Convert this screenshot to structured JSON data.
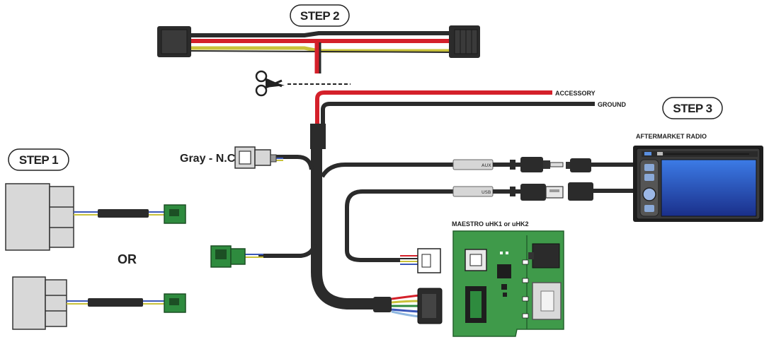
{
  "steps": {
    "step1": "STEP 1",
    "step2": "STEP 2",
    "step3": "STEP 3"
  },
  "labels": {
    "or": "OR",
    "gray_nc": "Gray - N.C",
    "accessory": "ACCESSORY",
    "ground": "GROUND",
    "aftermarket_radio": "AFTERMARKET RADIO",
    "maestro": "MAESTRO uHK1 or uHK2",
    "aux": "AUX",
    "usb": "USB"
  },
  "colors": {
    "wire_black": "#2b2b2b",
    "wire_red": "#d4202a",
    "wire_yellow": "#c9c23a",
    "wire_blue": "#3b57b8",
    "connector_green": "#2e8b3e",
    "module_green": "#3f9a4a",
    "radio_screen": "#2a56c8",
    "connector_gray": "#d6d6d6"
  }
}
